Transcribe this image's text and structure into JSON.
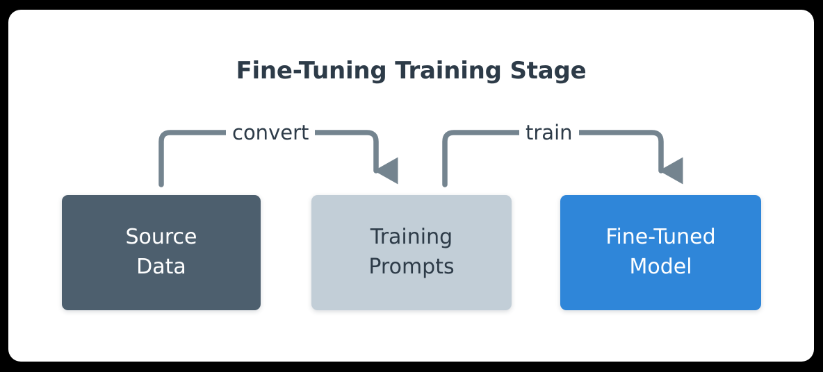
{
  "diagram": {
    "title": "Fine-Tuning Training Stage",
    "type": "flowchart",
    "background_color": "#000000",
    "canvas_color": "#ffffff",
    "title_color": "#2d3b48",
    "connector_color": "#74848f",
    "nodes": [
      {
        "id": "source-data",
        "label_line1": "Source",
        "label_line2": "Data",
        "fill": "#4d5f6e",
        "text_color": "#ffffff"
      },
      {
        "id": "training-prompts",
        "label_line1": "Training",
        "label_line2": "Prompts",
        "fill": "#c2ced7",
        "text_color": "#2d3b48"
      },
      {
        "id": "fine-tuned-model",
        "label_line1": "Fine-Tuned",
        "label_line2": "Model",
        "fill": "#2f86d9",
        "text_color": "#ffffff"
      }
    ],
    "edges": [
      {
        "id": "convert-edge",
        "label": "convert",
        "from": "source-data",
        "to": "training-prompts"
      },
      {
        "id": "train-edge",
        "label": "train",
        "from": "training-prompts",
        "to": "fine-tuned-model"
      }
    ]
  }
}
